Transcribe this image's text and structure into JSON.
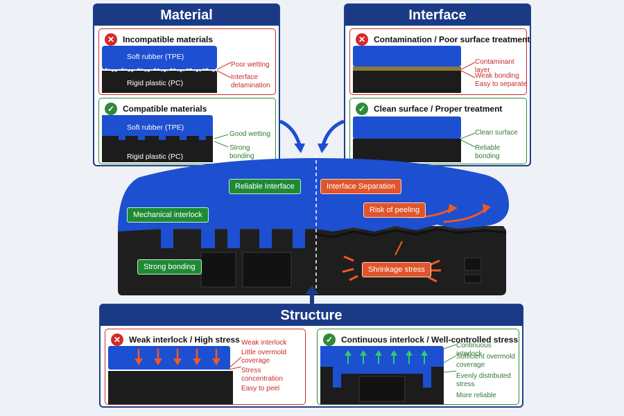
{
  "colors": {
    "navy": "#1b3a86",
    "rubber": "#1d4fd1",
    "plastic": "#1e1e1e",
    "bad": "#c92a2a",
    "good": "#2f8a3a",
    "stress": "#f05a22"
  },
  "material": {
    "title": "Material",
    "incompatible": {
      "heading": "Incompatible materials",
      "top_label": "Soft rubber (TPE)",
      "bottom_label": "Rigid plastic (PC)",
      "notes": [
        "Poor wetting",
        "Interface\ndelamination"
      ]
    },
    "compatible": {
      "heading": "Compatible materials",
      "top_label": "Soft rubber (TPE)",
      "bottom_label": "Rigid plastic (PC)",
      "notes": [
        "Good wetting",
        "Strong bonding"
      ]
    }
  },
  "interface": {
    "title": "Interface",
    "contamination": {
      "heading": "Contamination / Poor surface treatment",
      "notes": [
        "Contaminant layer",
        "Weak bonding\nEasy to separate"
      ]
    },
    "clean": {
      "heading": "Clean surface / Proper treatment",
      "notes": [
        "Clean surface",
        "Reliable bonding"
      ]
    }
  },
  "center": {
    "left_heading": "Reliable Interface",
    "right_heading": "Interface Separation",
    "labels": [
      "Mechanical interlock",
      "Strong bonding",
      "Risk of peeling",
      "Shrinkage stress"
    ]
  },
  "structure": {
    "title": "Structure",
    "weak": {
      "heading": "Weak interlock / High stress",
      "notes": [
        "Weak interlock",
        "Little overmold\ncoverage",
        "Stress\nconcentration",
        "Easy to peel"
      ]
    },
    "continuous": {
      "heading": "Continuous interlock / Well-controlled stress",
      "notes": [
        "Continuous interlock",
        "Sufficient overmold\ncoverage",
        "Evenly distributed\nstress",
        "More reliable"
      ]
    }
  }
}
